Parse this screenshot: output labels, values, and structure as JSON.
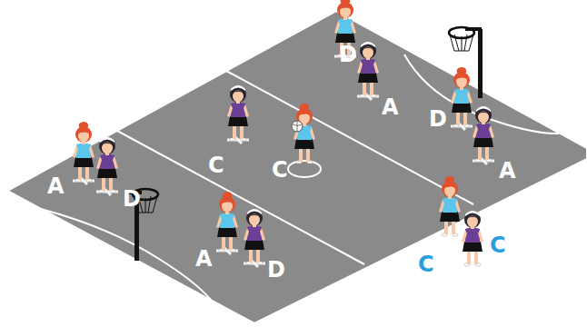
{
  "diagram": {
    "labels": [
      "D",
      "A",
      "D",
      "A",
      "C",
      "C",
      "A",
      "D",
      "A",
      "D",
      "C",
      "C"
    ]
  }
}
